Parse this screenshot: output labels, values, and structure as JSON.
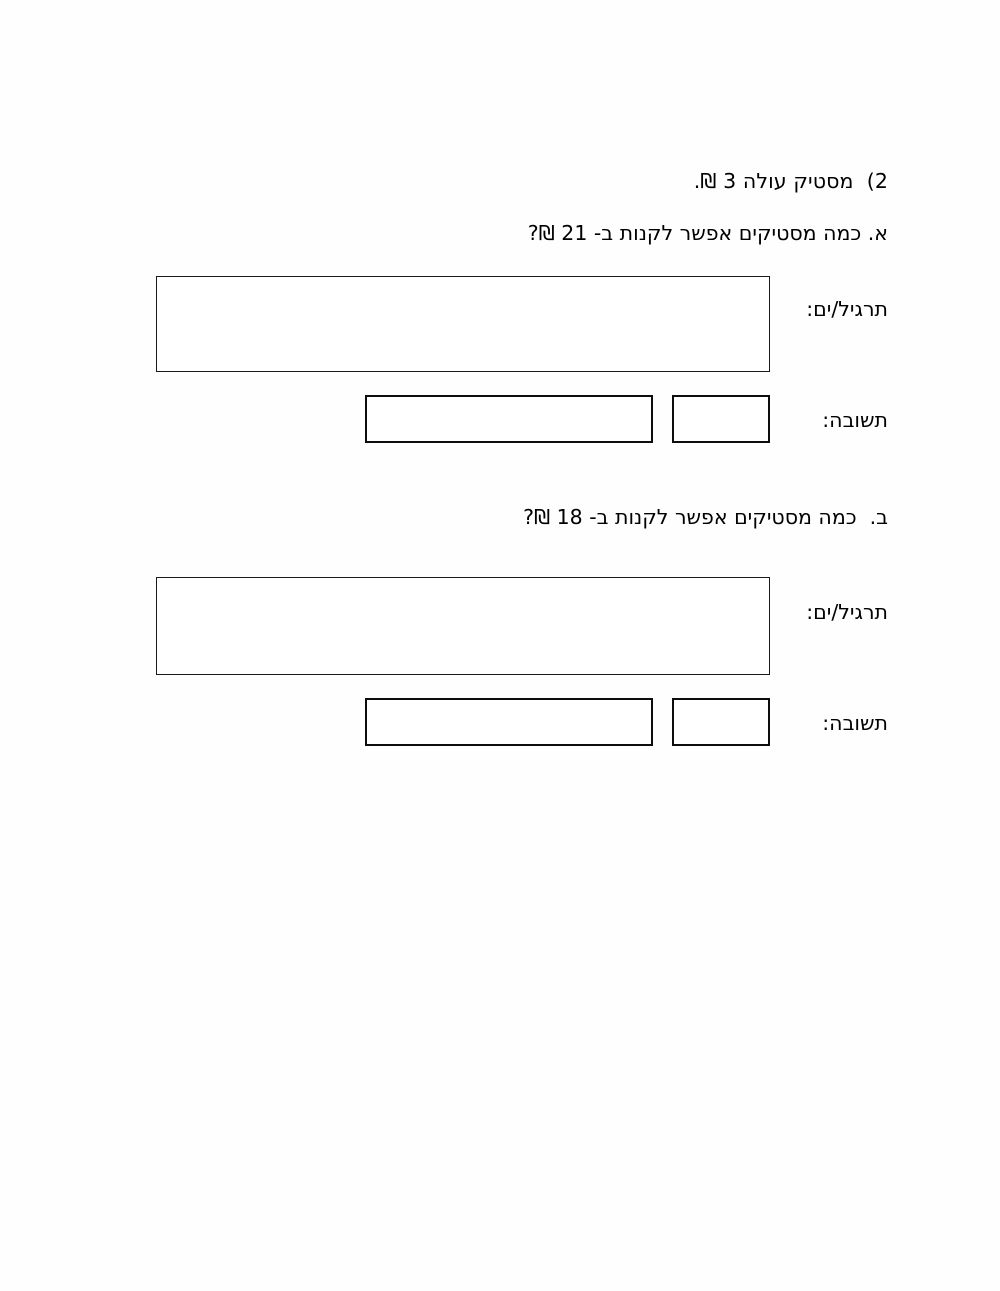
{
  "document": {
    "language": "he",
    "direction": "rtl",
    "background_color": "#fefefe",
    "text_color": "#000000",
    "box_border_color": "#1a1a1a"
  },
  "question": {
    "number": "2)",
    "prompt": "2)  מסטיק עולה 3 ₪.",
    "item_price": "3",
    "currency_symbol": "₪"
  },
  "sections": [
    {
      "marker": "א.",
      "prompt": "א. כמה מסטיקים אפשר לקנות ב- 21 ₪?",
      "budget": "21",
      "exercise_label": "תרגיל/ים:",
      "exercise_value": "",
      "answer_label": "תשובה:",
      "answer_value": "",
      "answer_unit_value": ""
    },
    {
      "marker": "ב.",
      "prompt": "ב.  כמה מסטיקים אפשר לקנות ב- 18 ₪?",
      "budget": "18",
      "exercise_label": "תרגיל/ים:",
      "exercise_value": "",
      "answer_label": "תשובה:",
      "answer_value": "",
      "answer_unit_value": ""
    }
  ]
}
